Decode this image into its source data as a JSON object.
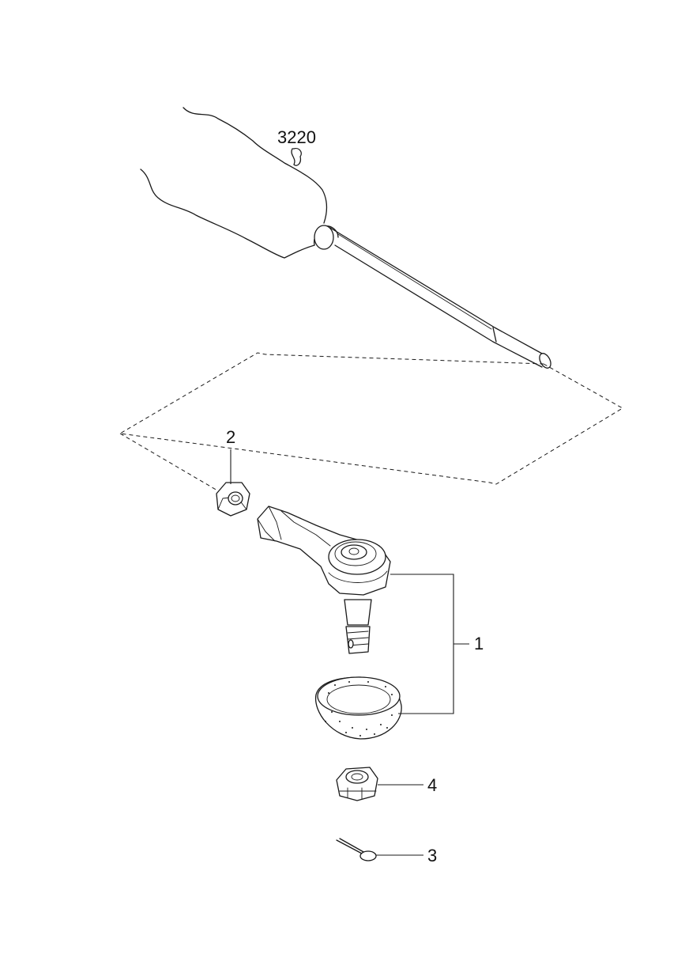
{
  "diagram": {
    "labels": {
      "ref_3220": "3220",
      "part_1": "1",
      "part_2": "2",
      "part_3": "3",
      "part_4": "4"
    }
  }
}
